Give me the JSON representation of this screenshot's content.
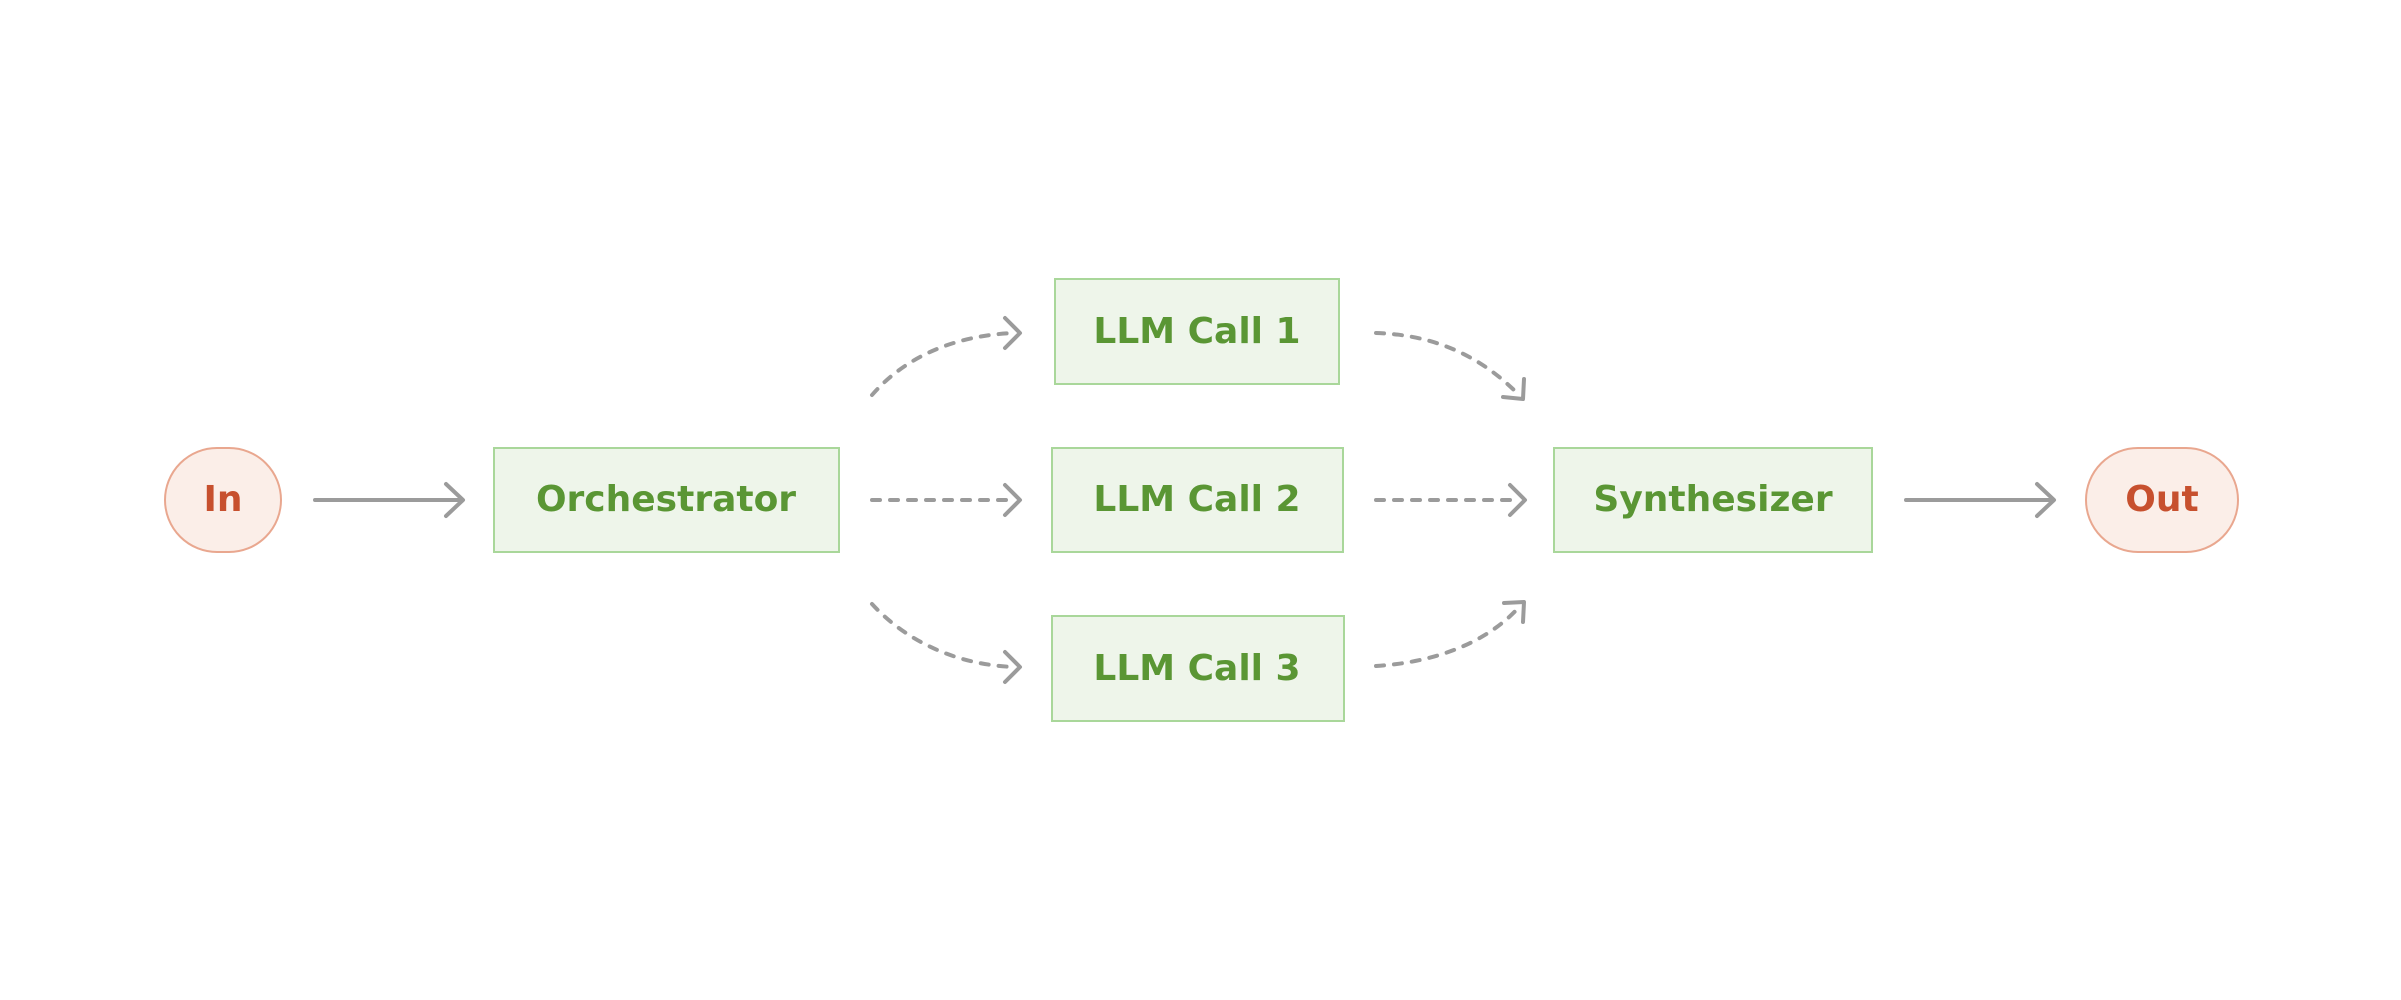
{
  "nodes": {
    "input": "In",
    "orchestrator": "Orchestrator",
    "llm_call_1": "LLM Call 1",
    "llm_call_2": "LLM Call 2",
    "llm_call_3": "LLM Call 3",
    "synthesizer": "Synthesizer",
    "output": "Out"
  },
  "colors": {
    "terminal_fill": "#fbeee8",
    "terminal_stroke": "#e9a78f",
    "terminal_text": "#c7502e",
    "process_fill": "#eef5ea",
    "process_stroke": "#a9d79a",
    "process_text": "#5a9634",
    "arrow": "#9b9b9b"
  }
}
